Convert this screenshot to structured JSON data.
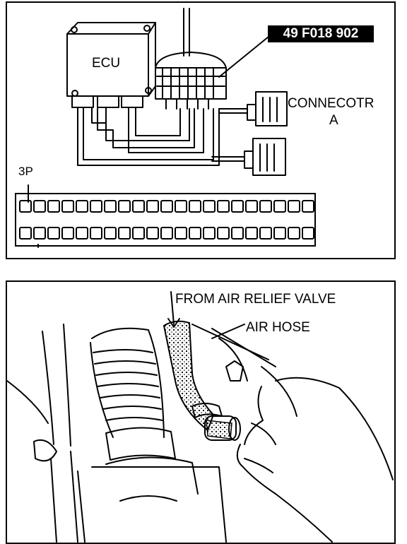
{
  "top_panel": {
    "ecu_label": "ECU",
    "part_number": "49 F018 902",
    "connector_label_line1": "CONNECOTR",
    "connector_label_line2": "A",
    "pin_label": "3P"
  },
  "bottom_panel": {
    "from_label": "FROM AIR RELIEF VALVE",
    "hose_label": "AIR HOSE"
  }
}
